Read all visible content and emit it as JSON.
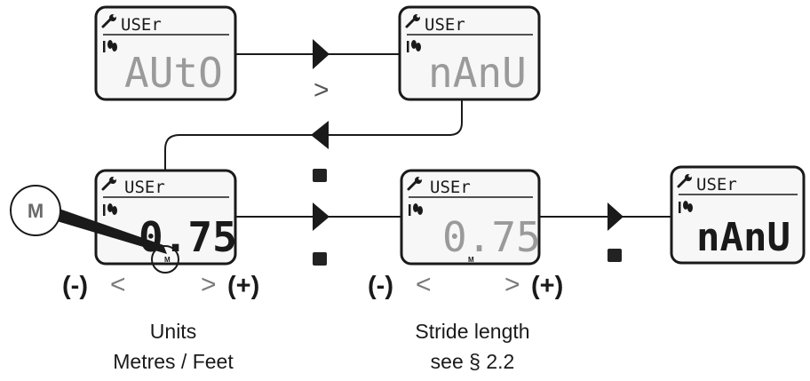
{
  "screens": [
    {
      "header": "USEr",
      "value": "AUtO"
    },
    {
      "header": "USEr",
      "value": "nAnU"
    },
    {
      "header": "USEr",
      "value": "0.75",
      "unit": "M"
    },
    {
      "header": "USEr",
      "value": "0.75",
      "unit": "M"
    },
    {
      "header": "USEr",
      "value": "nAnU"
    }
  ],
  "mode_arrow": ">",
  "m_callout": "M",
  "units_control": {
    "minus": "(-)",
    "left": "<",
    "right": ">",
    "plus": "(+)"
  },
  "stride_control": {
    "minus": "(-)",
    "left": "<",
    "right": ">",
    "plus": "(+)"
  },
  "captions": {
    "units_title": "Units",
    "units_sub": "Metres / Feet",
    "stride_title": "Stride length",
    "stride_sub": "see § 2.2"
  },
  "colors": {
    "ink": "#1a1a1a",
    "lcd_ghost": "#9a9a9a",
    "screen_bg": "#f7f7f7"
  },
  "icons": [
    "wrench-icon",
    "footprints-icon",
    "triangle-arrow-icon",
    "square-button-icon"
  ]
}
